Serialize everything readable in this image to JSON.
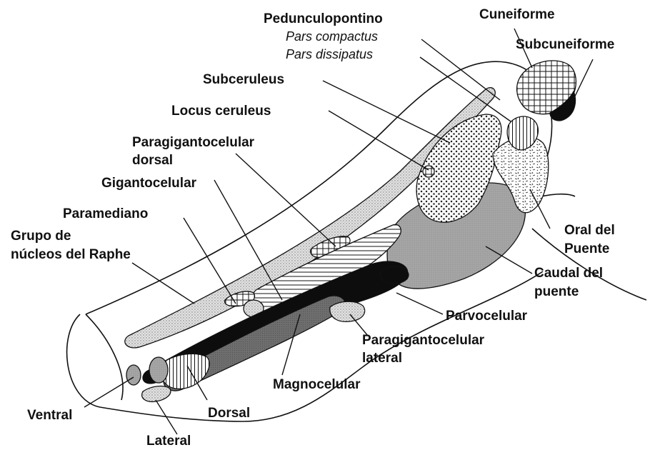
{
  "diagram": {
    "labels": {
      "pedunculopontino": "Pedunculopontino",
      "pars_compactus": "Pars compactus",
      "pars_dissipatus": "Pars dissipatus",
      "cuneiforme": "Cuneiforme",
      "subcuneiforme": "Subcuneiforme",
      "subceruleus": "Subceruleus",
      "locus_ceruleus": "Locus ceruleus",
      "paragigantocelular_dorsal_1": "Paragigantocelular",
      "paragigantocelular_dorsal_2": "dorsal",
      "gigantocelular": "Gigantocelular",
      "paramediano": "Paramediano",
      "raphe_1": "Grupo de",
      "raphe_2": "núcleos del Raphe",
      "oral_1": "Oral del",
      "oral_2": "Puente",
      "caudal_1": "Caudal del",
      "caudal_2": "puente",
      "parvocelular": "Parvocelular",
      "paragigantocelular_lateral_1": "Paragigantocelular",
      "paragigantocelular_lateral_2": "lateral",
      "magnocelular": "Magnocelular",
      "ventral": "Ventral",
      "dorsal": "Dorsal",
      "lateral": "Lateral"
    },
    "fill_patterns": {
      "stipple": "#bdbdbd",
      "gray": "#9a9a9a",
      "dark": "#2b2b2b",
      "black": "#0d0d0d",
      "light": "#d8d8d8"
    }
  }
}
